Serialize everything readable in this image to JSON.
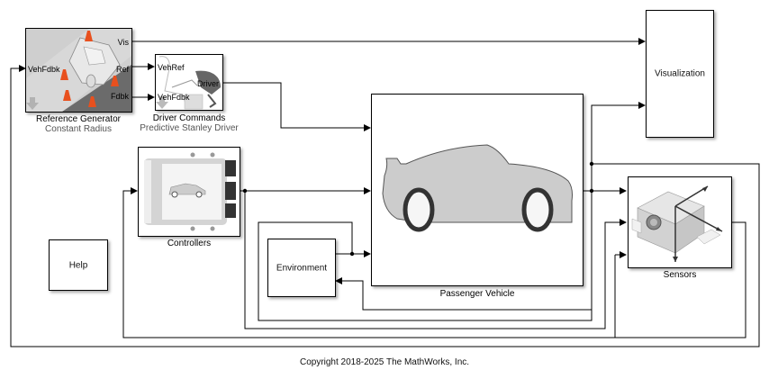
{
  "diagram": {
    "blocks": {
      "reference_generator": {
        "label": "Reference Generator",
        "sublabel": "Constant Radius",
        "ports_in": [
          "VehFdbk"
        ],
        "ports_out": [
          "Vis",
          "Ref",
          "Fdbk"
        ],
        "icon": "car-with-cones-icon"
      },
      "driver_commands": {
        "label": "Driver Commands",
        "sublabel": "Predictive Stanley Driver",
        "ports_in": [
          "VehRef",
          "VehFdbk"
        ],
        "ports_out": [
          "Driver"
        ],
        "icon": "driver-steering-icon"
      },
      "controllers": {
        "label": "Controllers",
        "icon": "ecu-car-icon"
      },
      "passenger_vehicle": {
        "label": "Passenger Vehicle",
        "icon": "sports-car-icon"
      },
      "visualization": {
        "label": "Visualization"
      },
      "sensors": {
        "label": "Sensors",
        "icon": "imu-sensor-icon"
      },
      "environment": {
        "label": "Environment"
      },
      "help": {
        "label": "Help"
      }
    },
    "colors": {
      "line": "#000000",
      "block_border": "#000000",
      "sublabel": "#555555",
      "car_body": "#cccccc",
      "tire": "#333333",
      "cone": "#e8501e"
    }
  },
  "footer": {
    "copyright": "Copyright 2018-2025 The MathWorks, Inc."
  }
}
